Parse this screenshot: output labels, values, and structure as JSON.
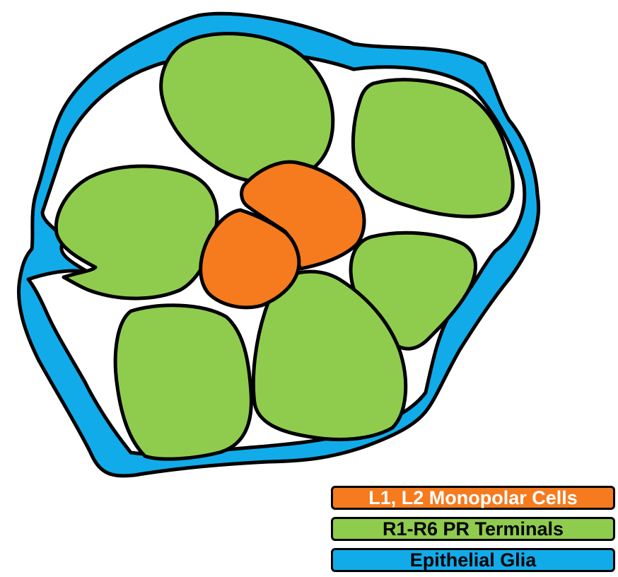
{
  "legend": [
    {
      "label": "L1, L2 Monopolar Cells",
      "fill": "#f57b1e",
      "text_color": "#ffffff"
    },
    {
      "label": "R1-R6 PR Terminals",
      "fill": "#8fcc4e",
      "text_color": "#000000"
    },
    {
      "label": "Epithelial Glia",
      "fill": "#12abe9",
      "text_color": "#000000"
    }
  ],
  "colors": {
    "glia": "#12abe9",
    "pr_terminal": "#8fcc4e",
    "monopolar": "#f57b1e",
    "outline": "#000000",
    "background": "#ffffff"
  }
}
